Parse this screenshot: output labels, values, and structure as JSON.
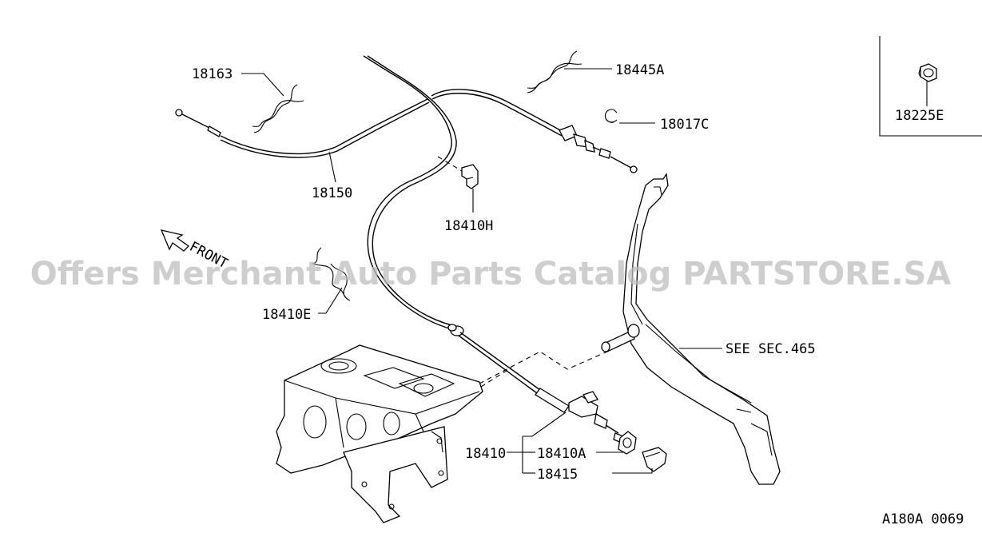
{
  "diagram": {
    "part_labels": {
      "p18163": "18163",
      "p18150": "18150",
      "p18445A": "18445A",
      "p18017C": "18017C",
      "p18225E": "18225E",
      "p18410H": "18410H",
      "p18410E": "18410E",
      "p18410": "18410",
      "p18410A": "18410A",
      "p18415": "18415"
    },
    "front_label": "FRONT",
    "see_section": "SEE SEC.465",
    "figure_code": "A180A 0069",
    "watermark": "Offers Merchant Auto Parts Catalog PARTSTORE.SA"
  }
}
